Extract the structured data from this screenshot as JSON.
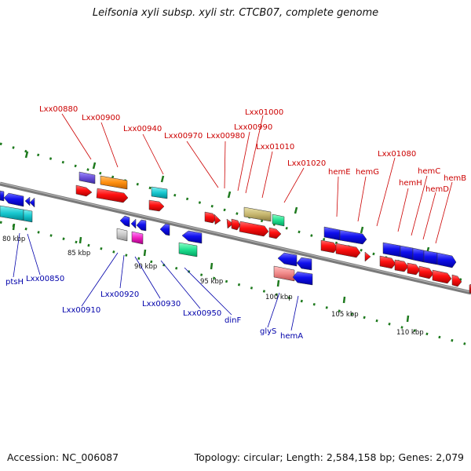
{
  "title": "Leifsonia xyli subsp. xyli str. CTCB07, complete genome",
  "footer": {
    "accession": "Accession: NC_006087",
    "summary": "Topology: circular; Length: 2,584,158 bp; Genes: 2,079"
  },
  "colors": {
    "backbone": "#7a7a7a",
    "tick": "#1e7a1e",
    "forward_label": "#cc0000",
    "reverse_label": "#0000aa"
  },
  "ticks": [
    {
      "label": "80 kbp"
    },
    {
      "label": "85 kbp"
    },
    {
      "label": "90 kbp"
    },
    {
      "label": "95 kbp"
    },
    {
      "label": "100 kbp"
    },
    {
      "label": "105 kbp"
    },
    {
      "label": "110 kbp"
    }
  ],
  "forward_labels": [
    "Lxx00880",
    "Lxx00900",
    "Lxx00940",
    "Lxx00970",
    "Lxx00980",
    "Lxx00990",
    "Lxx01000",
    "Lxx01010",
    "Lxx01020",
    "hemE",
    "hemG",
    "Lxx01080",
    "hemH",
    "hemC",
    "hemD",
    "hemB"
  ],
  "reverse_labels": [
    "ptsH",
    "Lxx00850",
    "Lxx00910",
    "Lxx00920",
    "Lxx00930",
    "Lxx00950",
    "dinF",
    "glyS",
    "hemA"
  ]
}
